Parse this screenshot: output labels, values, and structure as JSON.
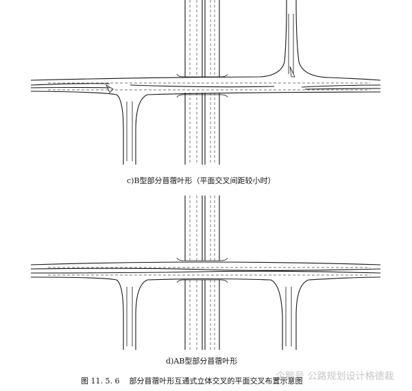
{
  "diagrams": [
    {
      "caption": "c)B型部分苜蓿叶形（平面交叉间距较小时）"
    },
    {
      "caption": "d)AB型部分苜蓿叶形"
    }
  ],
  "figure": {
    "number": "图 11. 5. 6",
    "title": "部分苜蓿叶形互通式立体交叉的平面交叉布置示意图"
  },
  "watermark": "企鹅号 公路规划设计格德裁"
}
